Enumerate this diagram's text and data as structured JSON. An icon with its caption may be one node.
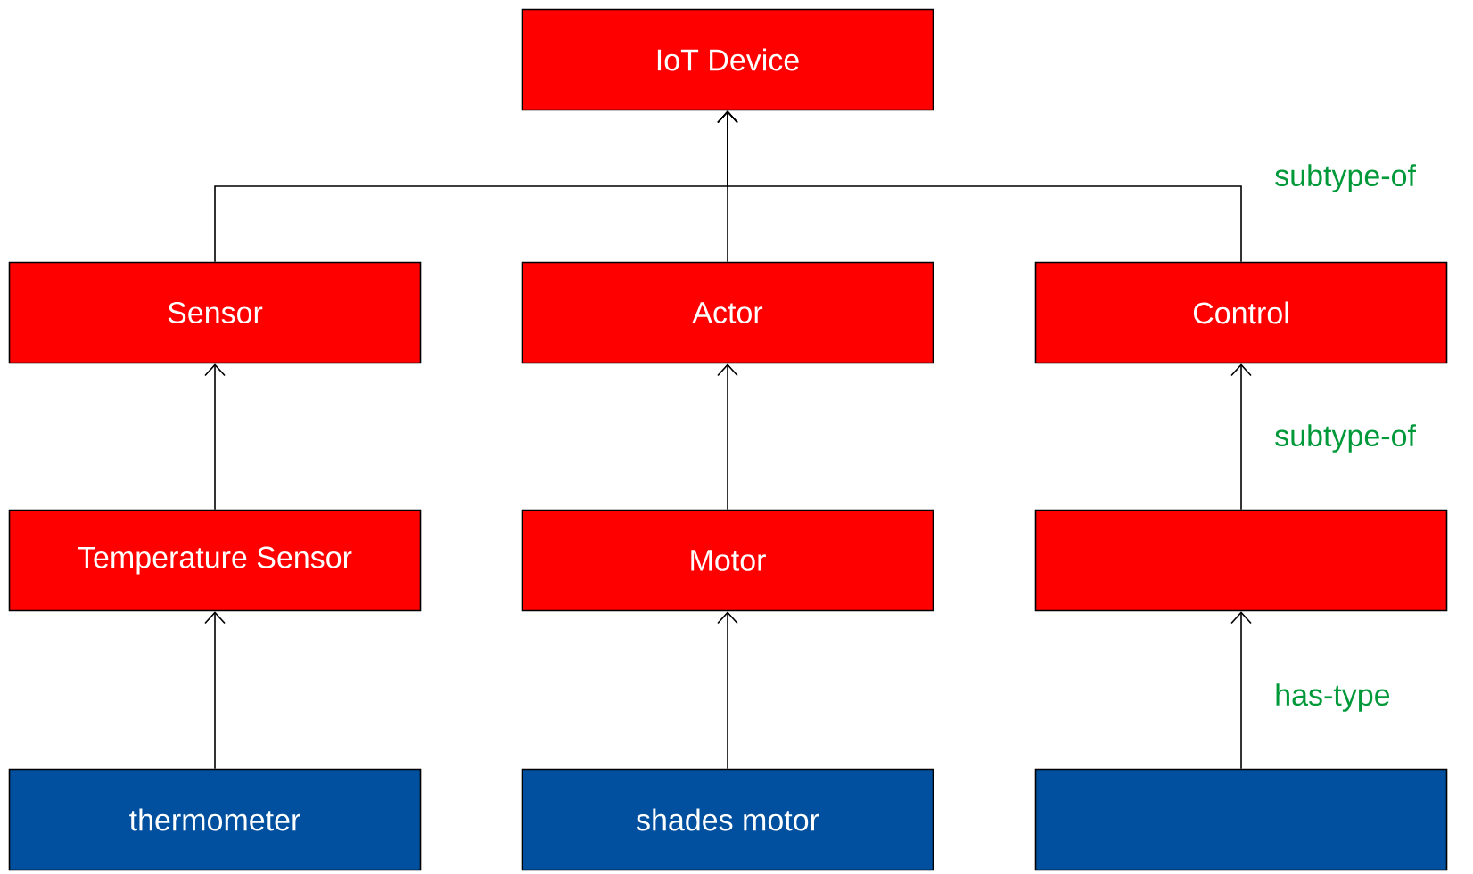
{
  "diagram": {
    "nodes": [
      {
        "text": [
          "IoT Device"
        ]
      },
      {
        "text": [
          "Sensor"
        ]
      },
      {
        "text": [
          "Actor"
        ]
      },
      {
        "text": [
          "Control"
        ]
      },
      {
        "text": [
          "Temperature Sensor"
        ]
      },
      {
        "text": [
          "Motor"
        ]
      },
      {
        "text": [],
        "shape": "box"
      },
      {
        "text": [
          "thermometer"
        ]
      },
      {
        "text": [
          "shades motor"
        ]
      },
      {
        "text": [],
        "shape": "box"
      }
    ],
    "edges": [
      {
        "from": 1,
        "to": 0,
        "arrow": "to"
      },
      {
        "from": 2,
        "to": 0,
        "arrow": "to"
      },
      {
        "from": 3,
        "to": 0,
        "arrow": "to",
        "label": "subtype-of"
      },
      {
        "from": 4,
        "to": 1,
        "arrow": "to"
      },
      {
        "from": 5,
        "to": 2,
        "arrow": "to"
      },
      {
        "from": 6,
        "to": 3,
        "arrow": "to",
        "label": "subtype-of"
      },
      {
        "from": 7,
        "to": 4,
        "arrow": "to"
      },
      {
        "from": 8,
        "to": 5,
        "arrow": "to"
      },
      {
        "from": 9,
        "to": 6,
        "arrow": "to",
        "label": "has-type"
      }
    ]
  }
}
